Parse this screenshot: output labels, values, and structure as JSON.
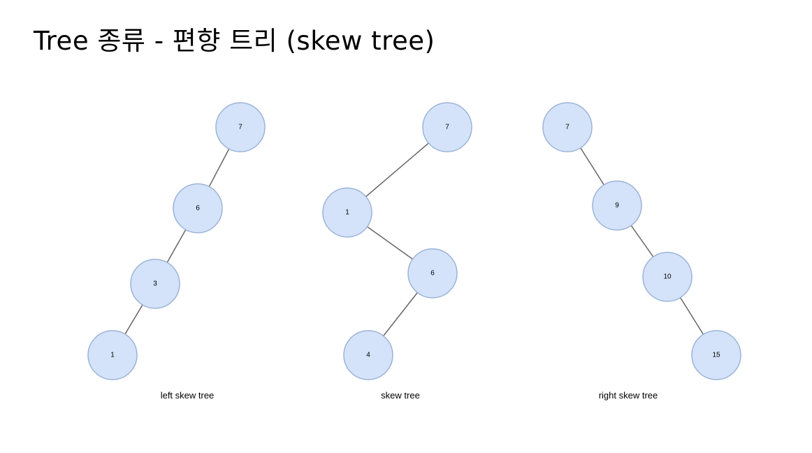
{
  "title": "Tree 종류 - 편향 트리 (skew tree)",
  "trees": [
    {
      "caption": "left skew tree",
      "nodes": [
        "7",
        "6",
        "3",
        "1"
      ]
    },
    {
      "caption": "skew tree",
      "nodes": [
        "7",
        "1",
        "6",
        "4"
      ]
    },
    {
      "caption": "right skew tree",
      "nodes": [
        "7",
        "9",
        "10",
        "15"
      ]
    }
  ],
  "colors": {
    "node_fill": "#d4e3f9",
    "node_stroke": "#9cb3d8",
    "edge": "#666666"
  }
}
